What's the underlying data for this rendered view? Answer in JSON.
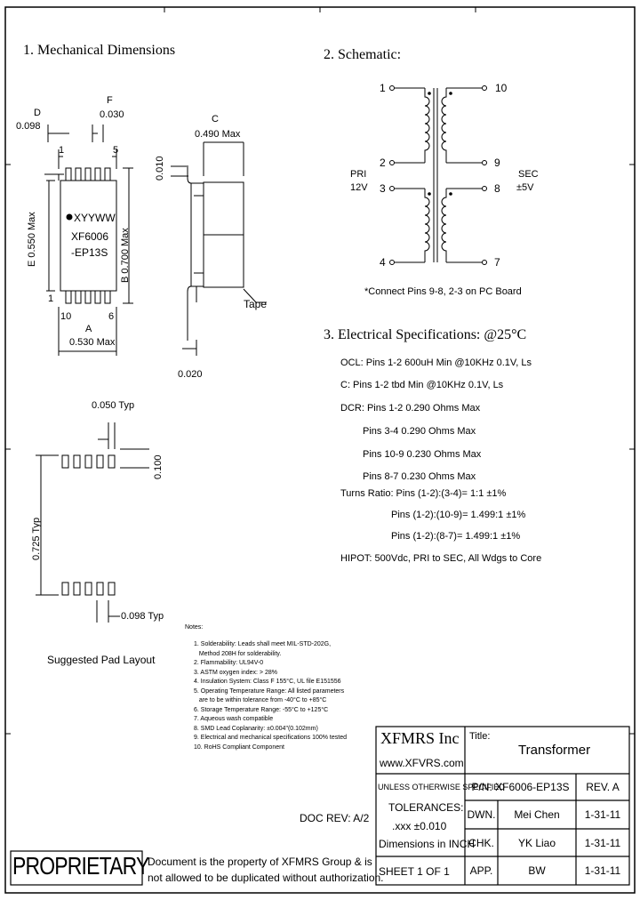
{
  "border_color": "#000000",
  "sections": {
    "mech_title": "1. Mechanical Dimensions",
    "schem_title": "2. Schematic:",
    "elec_title": "3. Electrical Specifications: @25°C"
  },
  "mech": {
    "dim_D_label": "D",
    "dim_D_value": "0.098",
    "dim_F_label": "F",
    "dim_F_value": "0.030",
    "dim_C_label": "C",
    "dim_C_value": "0.490 Max",
    "dim_010": "0.010",
    "dim_E_label": "E",
    "dim_E_value": "0.550 Max",
    "dim_B_label": "B",
    "dim_B_value": "0.700 Max",
    "dim_A_label": "A",
    "dim_A_value": "0.530 Max",
    "dim_020": "0.020",
    "pin1_top": "1",
    "pin5_top": "5",
    "pin1_bot": "1",
    "pin10": "10",
    "pin6": "6",
    "marking_line1": "XYYWW",
    "marking_line2": "XF6006",
    "marking_line3": "-EP13S",
    "tape_label": "Tape"
  },
  "pad": {
    "pitch": "0.050 Typ",
    "height": "0.100",
    "span": "0.725 Typ",
    "width": "0.098 Typ",
    "caption": "Suggested Pad Layout"
  },
  "schematic": {
    "pins_left": [
      "1",
      "2",
      "3",
      "4"
    ],
    "pins_right": [
      "10",
      "9",
      "8",
      "7"
    ],
    "pri_label": "PRI",
    "pri_voltage": "12V",
    "sec_label": "SEC",
    "sec_voltage": "±5V",
    "note": "*Connect Pins 9-8, 2-3 on PC Board"
  },
  "electrical": [
    "OCL: Pins 1-2 600uH Min @10KHz 0.1V, Ls",
    "C: Pins 1-2 tbd Min @10KHz 0.1V, Ls",
    "DCR: Pins 1-2 0.290 Ohms Max",
    "Pins 3-4 0.290 Ohms Max",
    "Pins 10-9 0.230 Ohms Max",
    "Pins 8-7 0.230 Ohms Max",
    "Turns Ratio: Pins (1-2):(3-4)= 1:1 ±1%",
    "Pins (1-2):(10-9)= 1.499:1 ±1%",
    "Pins (1-2):(8-7)= 1.499:1 ±1%",
    "HIPOT: 500Vdc, PRI to SEC, All Wdgs to Core"
  ],
  "notes": {
    "title": "Notes:",
    "items": [
      "1. Solderability: Leads shall meet MIL-STD-202G,",
      "   Method 208H for solderability.",
      "2. Flammability: UL94V-0",
      "3. ASTM oxygen index: > 28%",
      "4. Insulation System: Class F 155°C, UL file E151556",
      "5. Operating Temperature Range: All listed parameters",
      "   are to be within tolerance from -40°C to +85°C",
      "6. Storage Temperature Range: -55°C to +125°C",
      "7. Aqueous wash compatible",
      "8. SMD Lead Coplanarity: ±0.004\"(0.102mm)",
      "9. Electrical and mechanical specifications 100% tested",
      "10. RoHS Compliant Component"
    ]
  },
  "doc_rev": "DOC REV: A/2",
  "title_block": {
    "company": "XFMRS Inc",
    "website": "www.XFVRS.com",
    "title_label": "Title:",
    "title_value": "Transformer",
    "unless": "UNLESS OTHERWISE SPECIFIED",
    "tolerances": "TOLERANCES:",
    "tol_value": ".xxx ±0.010",
    "dims": "Dimensions in INCH",
    "pn": "P/N: XF6006-EP13S",
    "rev": "REV. A",
    "dwn_label": "DWN.",
    "dwn_name": "Mei Chen",
    "dwn_date": "1-31-11",
    "chk_label": "CHK.",
    "chk_name": "YK Liao",
    "chk_date": "1-31-11",
    "app_label": "APP.",
    "app_name": "BW",
    "app_date": "1-31-11",
    "sheet": "SHEET 1 OF 1"
  },
  "proprietary": {
    "label": "PROPRIETARY",
    "line1": "Document is the property of XFMRS Group & is",
    "line2": "not allowed to be duplicated without authorization."
  }
}
